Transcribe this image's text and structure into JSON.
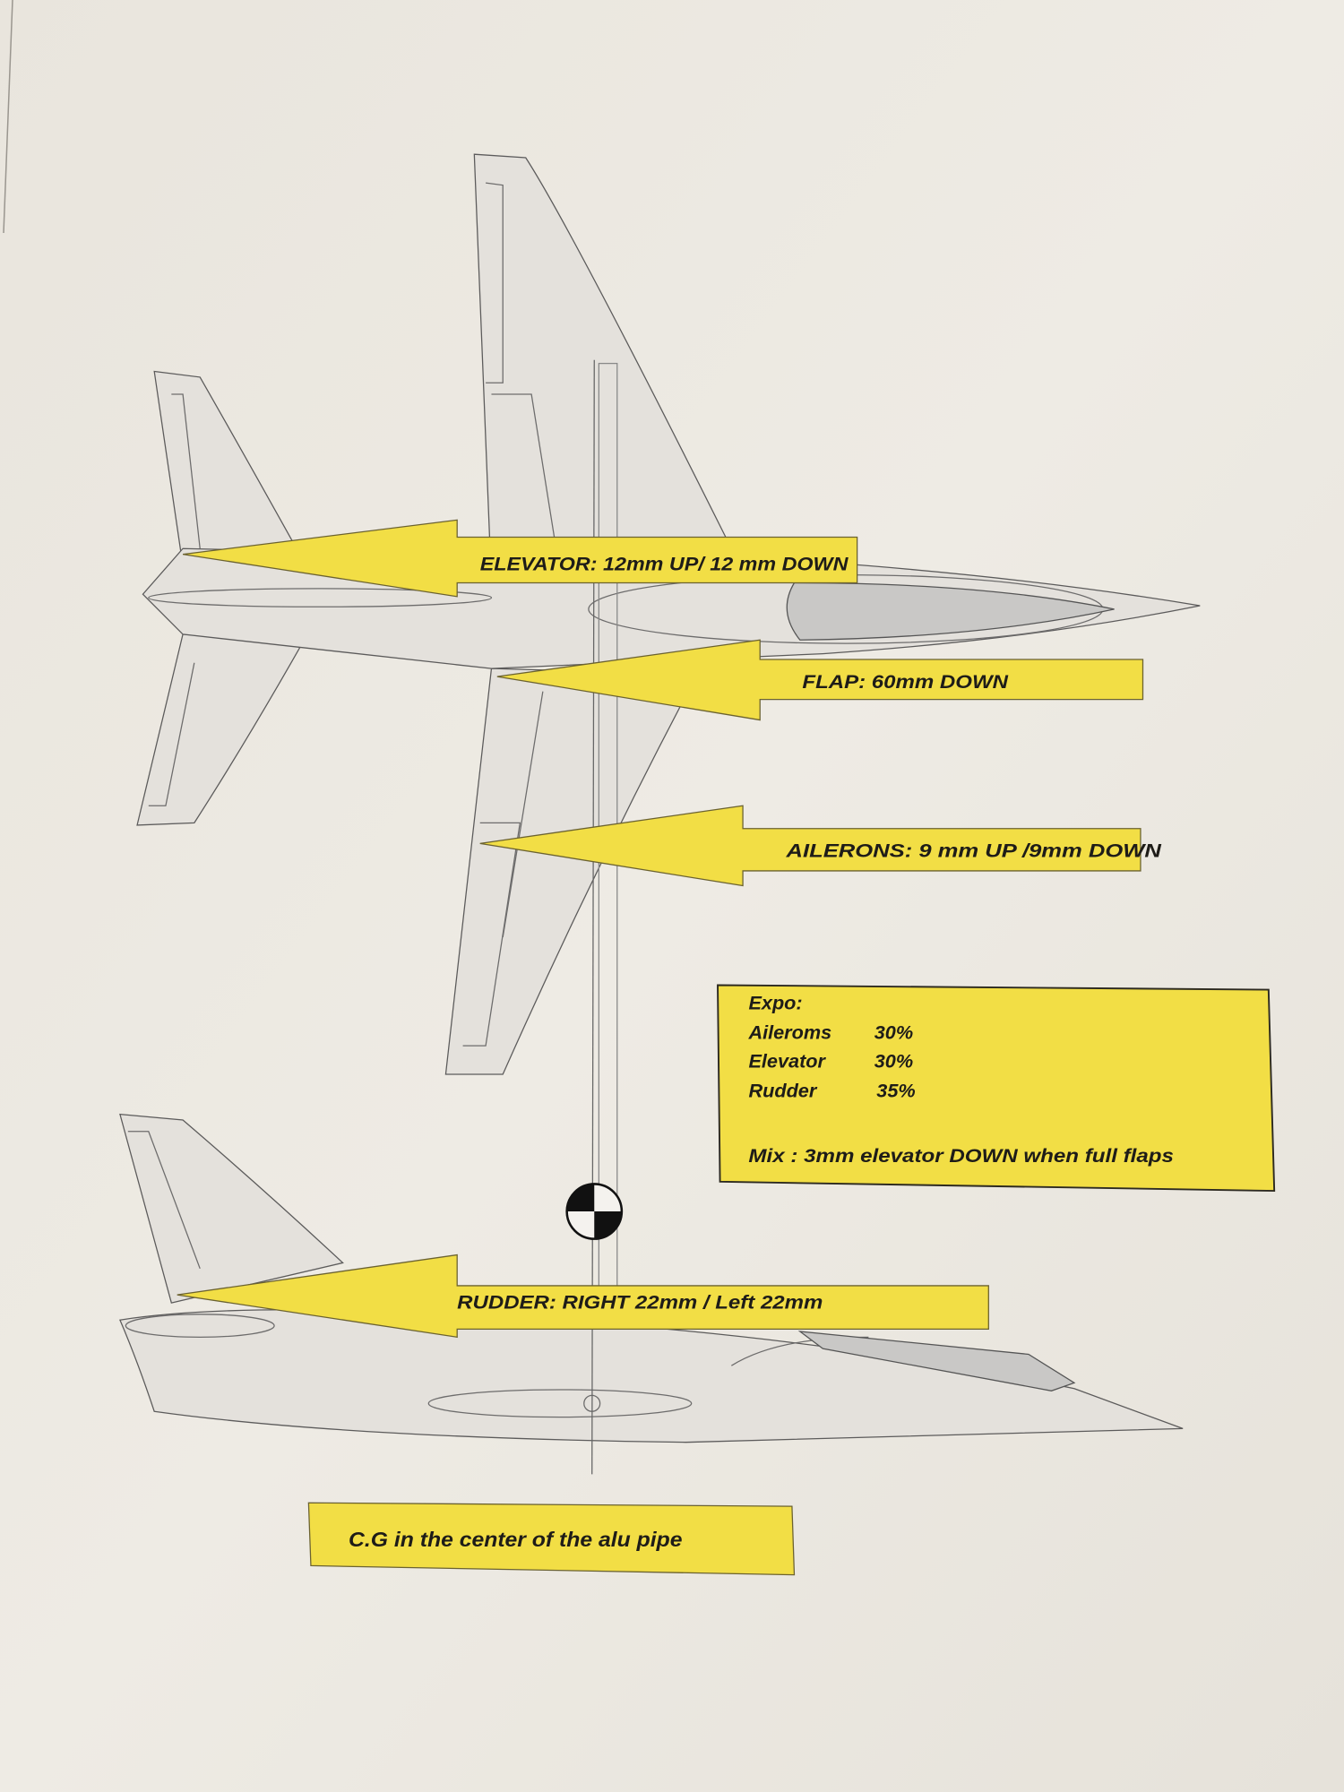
{
  "colors": {
    "paper": "#ebe7df",
    "highlight": "#f2de45",
    "line": "#5c5b5b",
    "canopy": "#c9c8c6"
  },
  "labels": {
    "elevator": "ELEVATOR:  12mm UP/ 12 mm DOWN",
    "flap": "FLAP:  60mm DOWN",
    "ailerons": "AILERONS:  9 mm UP /9mm DOWN",
    "rudder": "RUDDER: RIGHT 22mm / Left 22mm",
    "cg": "C.G in the center of the alu pipe"
  },
  "expo": {
    "title": "Expo:",
    "rows": [
      {
        "name": "Aileroms",
        "value": "30%"
      },
      {
        "name": "Elevator",
        "value": "30%"
      },
      {
        "name": "Rudder",
        "value": "35%"
      }
    ],
    "mix": "Mix : 3mm elevator DOWN when full flaps"
  },
  "icons": {
    "cg_marker": "center-of-gravity-icon"
  }
}
